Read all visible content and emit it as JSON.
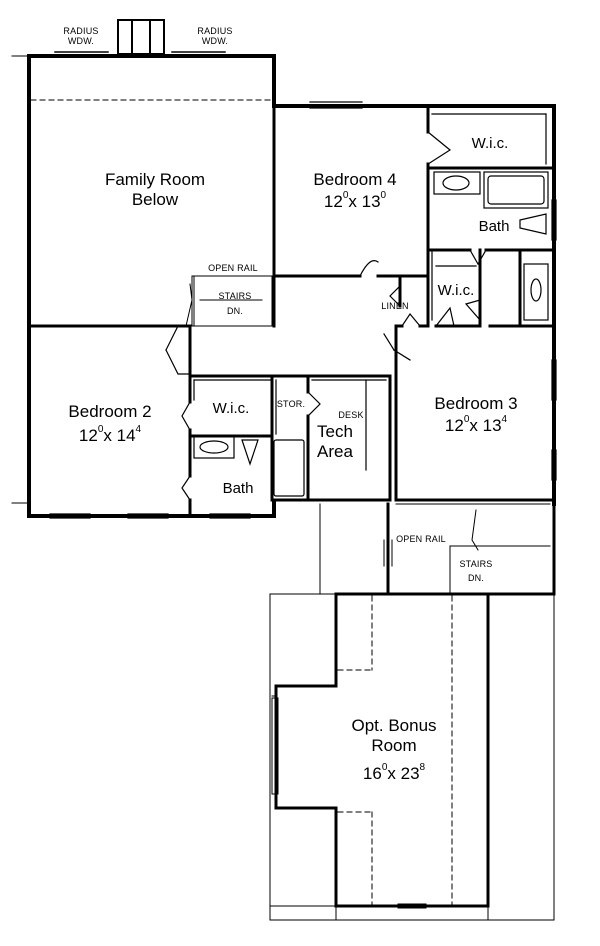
{
  "labels": {
    "radius_left": "RADIUS\nWDW.",
    "radius_right": "RADIUS\nWDW.",
    "family_room": "Family Room\nBelow",
    "bedroom4": "Bedroom 4",
    "bedroom4_dim": {
      "w": "12",
      "ws": "0",
      "h": "13",
      "hs": "0"
    },
    "wic_top": "W.i.c.",
    "bath_top": "Bath",
    "open_rail_top": "OPEN RAIL",
    "stairs_top": "STAIRS",
    "dn_top": "DN.",
    "linen": "LINEN",
    "wic_mid": "W.i.c.",
    "bedroom2": "Bedroom 2",
    "bedroom2_dim": {
      "w": "12",
      "ws": "0",
      "h": "14",
      "hs": "4"
    },
    "wic_b2": "W.i.c.",
    "stor": "STOR.",
    "desk": "DESK",
    "tech_area": "Tech\nArea",
    "bath_b2": "Bath",
    "bedroom3": "Bedroom 3",
    "bedroom3_dim": {
      "w": "12",
      "ws": "0",
      "h": "13",
      "hs": "4"
    },
    "open_rail_lower": "OPEN RAIL",
    "stairs_lower": "STAIRS",
    "dn_lower": "DN.",
    "bonus": "Opt. Bonus\nRoom",
    "bonus_dim": {
      "w": "16",
      "ws": "0",
      "h": "23",
      "hs": "8"
    }
  }
}
